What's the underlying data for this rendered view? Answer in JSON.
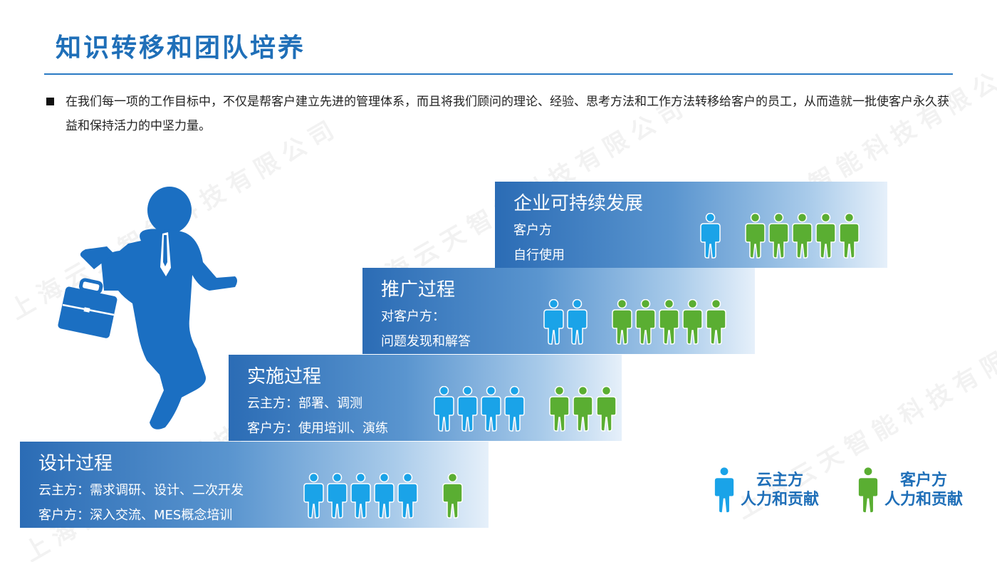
{
  "page": {
    "title": "知识转移和团队培养",
    "intro": "在我们每一项的工作目标中，不仅是帮客户建立先进的管理体系，而且将我们顾问的理论、经验、思考方法和工作方法转移给客户的员工，从而造就一批使客户永久获益和保持活力的中坚力量。",
    "watermark": "上海云天智能科技有限公司"
  },
  "colors": {
    "title": "#1f6fb8",
    "cloud_person": "#1aa3e8",
    "client_person": "#5aae32",
    "businessman": "#1b6fc2"
  },
  "steps": [
    {
      "title": "设计过程",
      "line1": "云主方：需求调研、设计、二次开发",
      "line2": "客户方：深入交流、MES概念培训",
      "cloud_count": 5,
      "client_count": 1
    },
    {
      "title": "实施过程",
      "line1": "云主方：部署、调测",
      "line2": "客户方：使用培训、演练",
      "cloud_count": 4,
      "client_count": 3
    },
    {
      "title": "推广过程",
      "line1": "对客户方：",
      "line2": "问题发现和解答",
      "cloud_count": 2,
      "client_count": 5
    },
    {
      "title": "企业可持续发展",
      "line1": "客户方",
      "line2": "自行使用",
      "cloud_count": 1,
      "client_count": 5
    }
  ],
  "legend": {
    "cloud_line1": "云主方",
    "cloud_line2": "人力和贡献",
    "client_line1": "客户方",
    "client_line2": "人力和贡献"
  }
}
